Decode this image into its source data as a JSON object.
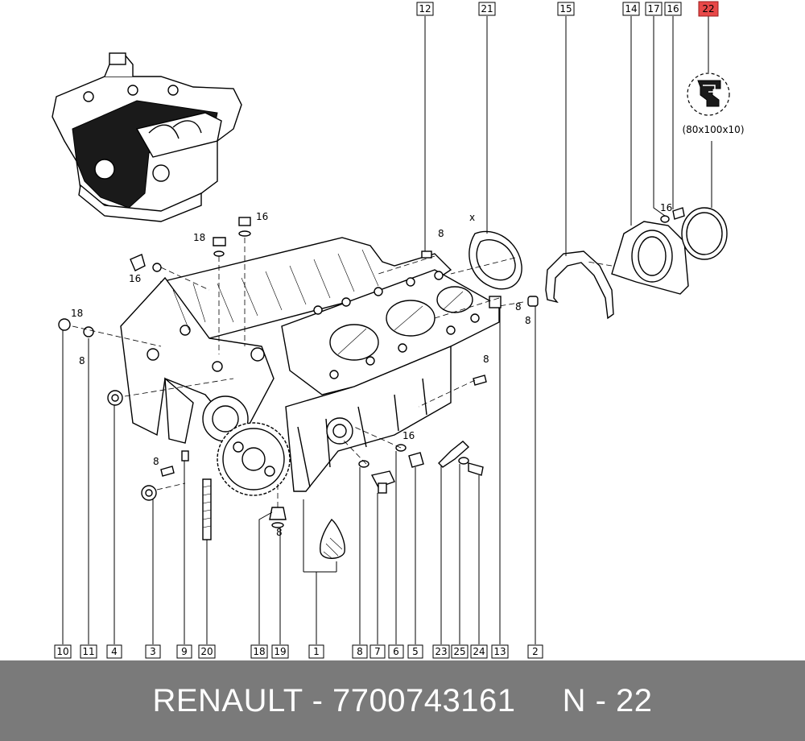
{
  "footer": {
    "brand": "RENAULT",
    "separator": "-",
    "part_number": "7700743161",
    "ref_prefix": "N",
    "ref_number": "22"
  },
  "highlight_color": "#e84848",
  "footer_color": "#7a7a7a",
  "seal_size_label": "(80x100x10)",
  "bottom_callouts": [
    "10",
    "11",
    "4",
    "3",
    "9",
    "20",
    "18",
    "19",
    "1",
    "8",
    "7",
    "6",
    "5",
    "23",
    "25",
    "24",
    "13",
    "2"
  ],
  "top_callouts": [
    "12",
    "21",
    "15",
    "14",
    "17",
    "16",
    "22"
  ],
  "highlighted": "22",
  "inline_labels": [
    "16",
    "18",
    "16",
    "18",
    "8",
    "8",
    "16",
    "8",
    "8",
    "8",
    "8",
    "8",
    "16",
    "x"
  ]
}
